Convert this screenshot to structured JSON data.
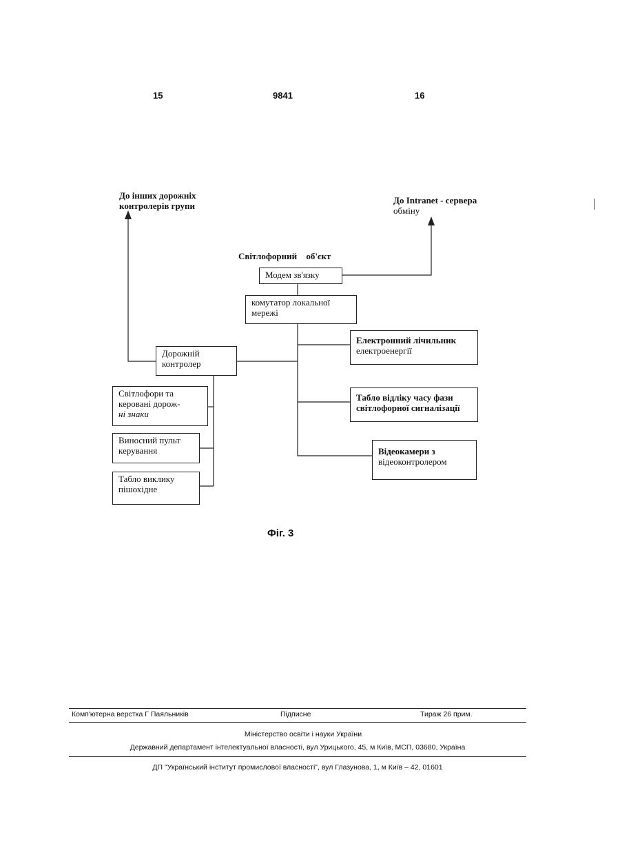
{
  "header": {
    "page_left": "15",
    "patent_number": "9841",
    "page_right": "16"
  },
  "diagram": {
    "label_top_left": {
      "line1": "До інших дорожніх",
      "line2": "контролерів групи"
    },
    "label_top_right": {
      "line1": "До Intranet - сервера",
      "line2": "обміну"
    },
    "object_title": "Світлофорний об'єкт",
    "modem": "Модем зв'язку",
    "switch": {
      "line1": "комутатор локальної",
      "line2": "мережі"
    },
    "road_controller": {
      "line1": "Дорожній",
      "line2": "контролер"
    },
    "energy_meter": {
      "line1": "Електронний лічильник",
      "line2": "електроенергії"
    },
    "timer_board": {
      "line1": "Табло відліку часу фази",
      "line2": "світлофорної сигналізації"
    },
    "cameras": {
      "line1": "Відеокамери з",
      "line2": "відеоконтролером"
    },
    "traffic_lights": {
      "line1": "Світлофори та",
      "line2": "керовані дорож-",
      "line3": "ні знаки"
    },
    "remote_panel": {
      "line1": "Виносний пульт",
      "line2": "керування"
    },
    "pedestrian_board": {
      "line1": "Табло виклику",
      "line2": "пішохідне"
    }
  },
  "figure_caption": "Фіг. 3",
  "footer": {
    "layout": "Комп'ютерна верстка Г Паяльників",
    "signed": "Підписне",
    "circulation": "Тираж 26 прим.",
    "ministry": "Міністерство освіти і науки України",
    "department": "Державний департамент інтелектуальної власності, вул Урицького, 45, м Київ, МСП, 03680, Україна",
    "institute": "ДП \"Український інститут промислової власності\", вул Глазунова, 1, м Київ – 42, 01601"
  }
}
